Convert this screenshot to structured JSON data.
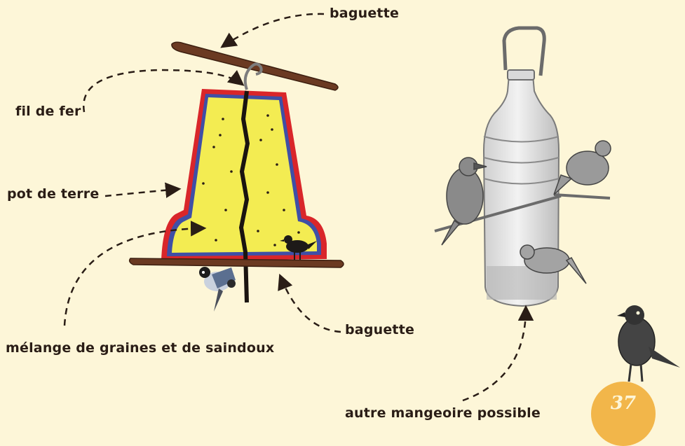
{
  "labels": {
    "baguette_top": "baguette",
    "fil_de_fer": "fil de fer",
    "pot_de_terre": "pot de terre",
    "baguette_bottom": "baguette",
    "melange": "mélange de graines et de saindoux",
    "autre_mangeoire": "autre mangeoire possible"
  },
  "page_number": "37",
  "colors": {
    "background": "#fdf6d8",
    "pot_fill": "#f3ec52",
    "pot_border": "#d9262a",
    "pot_inner_border": "#3f4fa6",
    "stick": "#6b3a22",
    "badge": "#f2b64a",
    "ink": "#2a1d16"
  },
  "icons": [
    "bell-feeder-illustration",
    "bottle-feeder-illustration",
    "small-bird-icon"
  ]
}
